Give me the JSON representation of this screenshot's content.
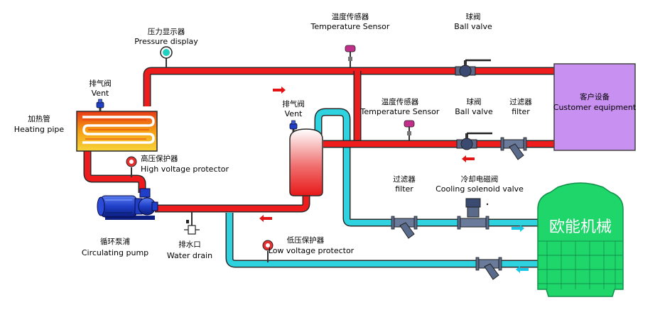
{
  "labels": {
    "pressure_display": {
      "cn": "压力显示器",
      "en": "Pressure display"
    },
    "temp_sensor_top": {
      "cn": "温度传感器",
      "en": "Temperature Sensor"
    },
    "ball_valve_top": {
      "cn": "球阀",
      "en": "Ball valve"
    },
    "vent_heater": {
      "cn": "排气阀",
      "en": "Vent"
    },
    "heating_pipe": {
      "cn": "加热管",
      "en": "Heating pipe"
    },
    "vent_tank": {
      "cn": "排气阀",
      "en": "Vent"
    },
    "temp_sensor_mid": {
      "cn": "温度传感器",
      "en": "Temperature Sensor"
    },
    "ball_valve_mid": {
      "cn": "球阀",
      "en": "Ball valve"
    },
    "filter_mid": {
      "cn": "过滤器",
      "en": "filter"
    },
    "customer_equipment": {
      "cn": "客户设备",
      "en": "Customer equipment"
    },
    "high_voltage": {
      "cn": "高压保护器",
      "en": "High voltage protector"
    },
    "filter_low": {
      "cn": "过滤器",
      "en": "filter"
    },
    "solenoid": {
      "cn": "冷却电磁阀",
      "en": "Cooling solenoid valve"
    },
    "pump": {
      "cn": "循环泵浦",
      "en": "Circulating pump"
    },
    "water_drain": {
      "cn": "排水口",
      "en": "Water drain"
    },
    "low_voltage": {
      "cn": "低压保护器",
      "en": "Low voltage protector"
    },
    "tower": "欧能机械"
  },
  "colors": {
    "hot_pipe": "#ee1c1c",
    "cold_pipe": "#2fd3e0",
    "pipe_outline": "#2a2a2a",
    "customer_box": "#c890f0",
    "tower": "#1ed66a",
    "pump": "#1f3fc8",
    "arrow_hot": "#e51414",
    "arrow_cold": "#18c8e6"
  },
  "icons": [
    "gauge-icon",
    "thermometer-icon",
    "ball-valve-icon",
    "vent-icon",
    "y-filter-icon",
    "solenoid-valve-icon",
    "pressure-switch-icon",
    "drain-valve-icon",
    "pump-icon",
    "flow-arrow-icon"
  ]
}
